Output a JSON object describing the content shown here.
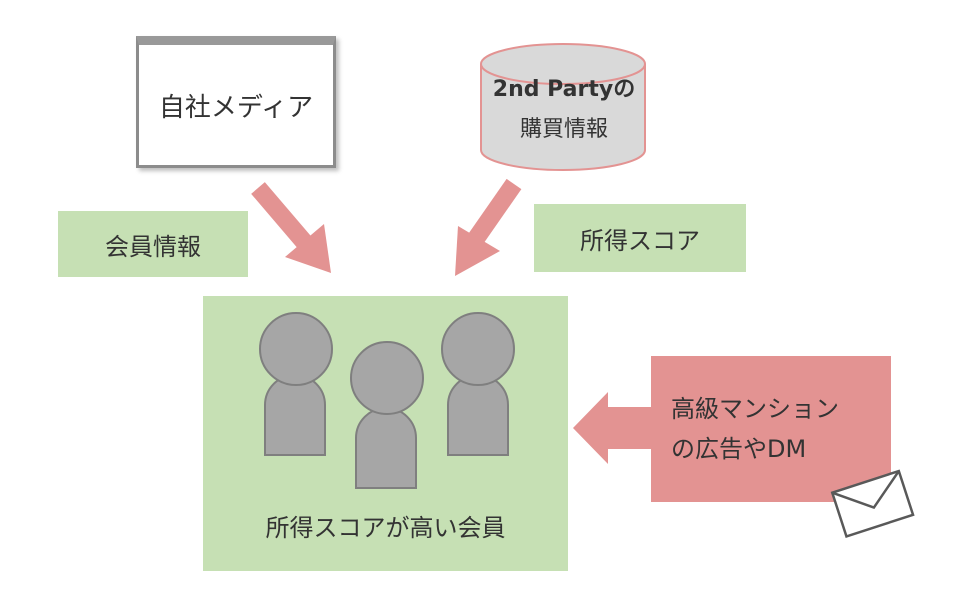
{
  "media": {
    "label": "自社メディア"
  },
  "database": {
    "line1": "2nd Partyの",
    "line2": "購買情報"
  },
  "member_info": {
    "label": "会員情報"
  },
  "income_score": {
    "label": "所得スコア"
  },
  "target": {
    "label": "所得スコアが高い会員"
  },
  "ad": {
    "line1": "高級マンション",
    "line2": "の広告やDM"
  },
  "colors": {
    "green_box": "#c6e0b4",
    "red_box": "#e39392",
    "arrow": "#e39392",
    "person": "#a6a6a6",
    "person_outline": "#7f7f7f",
    "cylinder_fill": "#d9d9d9",
    "cylinder_outline": "#e39392"
  }
}
